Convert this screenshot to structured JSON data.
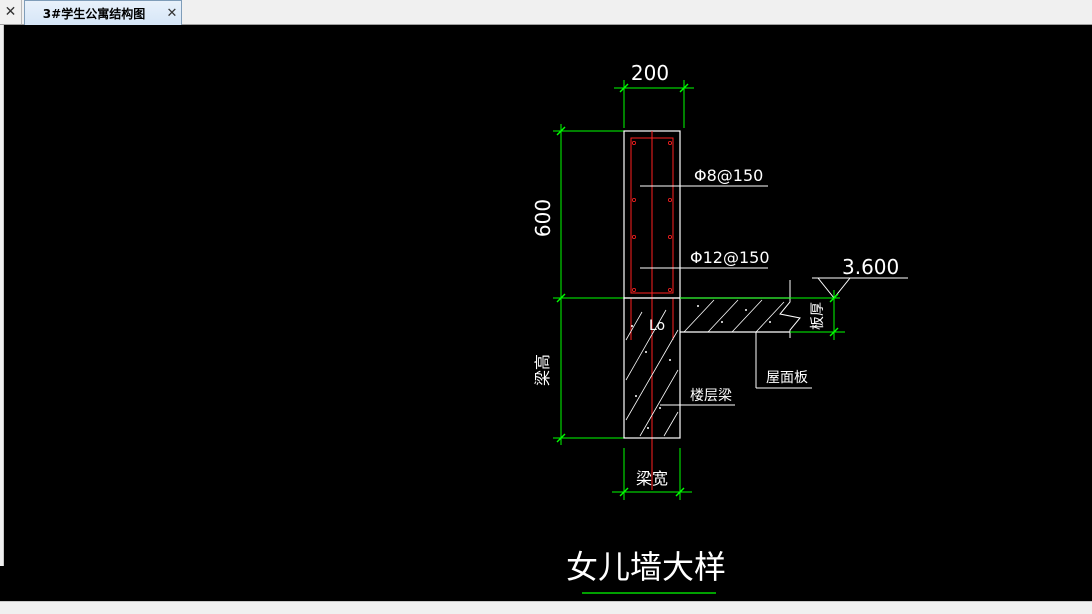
{
  "tabbar": {
    "active_tab": "3#学生公寓结构图",
    "close_glyph": "✕"
  },
  "drawing": {
    "width_dim": "200",
    "height_dim": "600",
    "rebar_top": "Φ8@150",
    "rebar_mid": "Φ12@150",
    "elevation": "3.600",
    "slab_thickness_label": "板厚",
    "roof_slab_label": "屋面板",
    "floor_beam_label": "楼层梁",
    "beam_height_label": "梁高",
    "beam_width_label": "梁宽",
    "l0_label": "Lo",
    "title": "女儿墙大样"
  },
  "colors": {
    "canvas_bg": "#000000",
    "dim_green": "#00ff00",
    "rebar_red": "#ff2020",
    "line_white": "#ffffff"
  }
}
